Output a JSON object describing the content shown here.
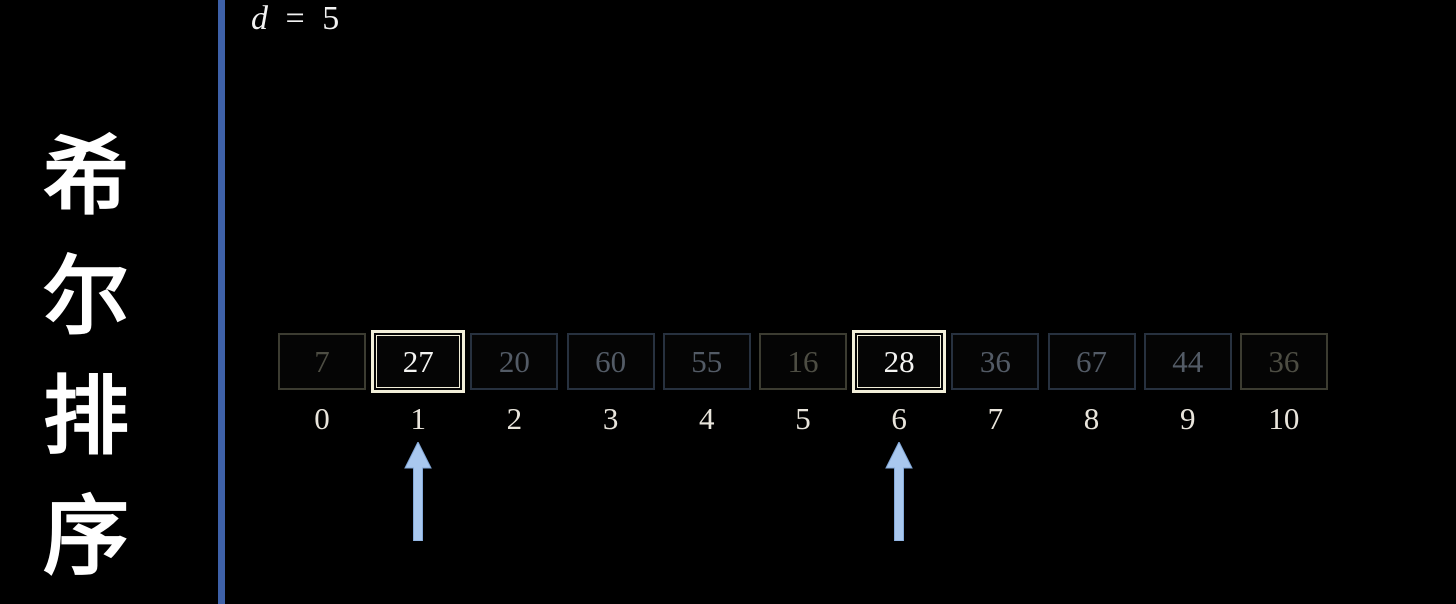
{
  "title": {
    "text": "希尔排序",
    "chars": [
      "希",
      "尔",
      "排",
      "序"
    ]
  },
  "gap_label": {
    "variable": "d",
    "equals": "=",
    "value": "5"
  },
  "array": {
    "cells": [
      {
        "index": "0",
        "value": "7",
        "state": "dimmed-olive"
      },
      {
        "index": "1",
        "value": "27",
        "state": "highlighted"
      },
      {
        "index": "2",
        "value": "20",
        "state": "dimmed"
      },
      {
        "index": "3",
        "value": "60",
        "state": "dimmed"
      },
      {
        "index": "4",
        "value": "55",
        "state": "dimmed"
      },
      {
        "index": "5",
        "value": "16",
        "state": "dimmed-olive"
      },
      {
        "index": "6",
        "value": "28",
        "state": "highlighted"
      },
      {
        "index": "7",
        "value": "36",
        "state": "dimmed"
      },
      {
        "index": "8",
        "value": "67",
        "state": "dimmed"
      },
      {
        "index": "9",
        "value": "44",
        "state": "dimmed"
      },
      {
        "index": "10",
        "value": "36",
        "state": "dimmed-olive"
      }
    ],
    "pointer_indices": [
      1,
      6
    ]
  },
  "colors": {
    "background": "#000000",
    "accent_line": "#3e61a8",
    "arrow": "#a9c8ef",
    "highlight_border": "#f2efd9",
    "title_text": "#ffffff"
  }
}
